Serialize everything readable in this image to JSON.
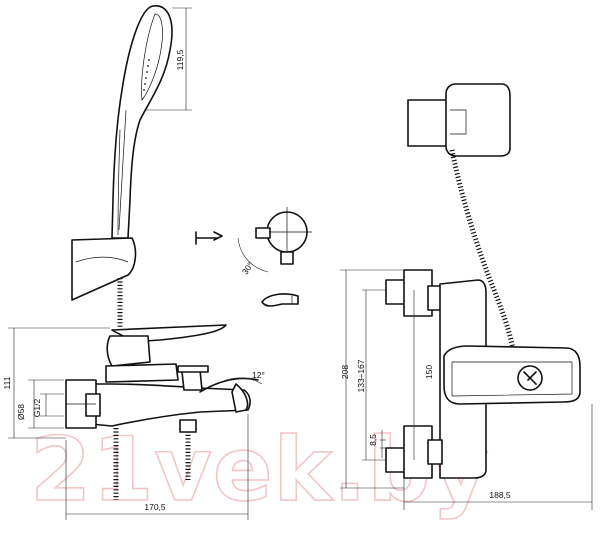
{
  "watermark": "21vek.by",
  "dimensions": {
    "handshower_height": "119,5",
    "total_height": "111",
    "body_diameter": "Ø58",
    "thread": "G1/2",
    "spout_angle": "12°",
    "rotation_angle": "30°",
    "width_front": "170,5",
    "height_side": "208",
    "centers": "133÷167",
    "side_offset": "150",
    "thread_depth": "8,5",
    "width_side": "188,5"
  }
}
